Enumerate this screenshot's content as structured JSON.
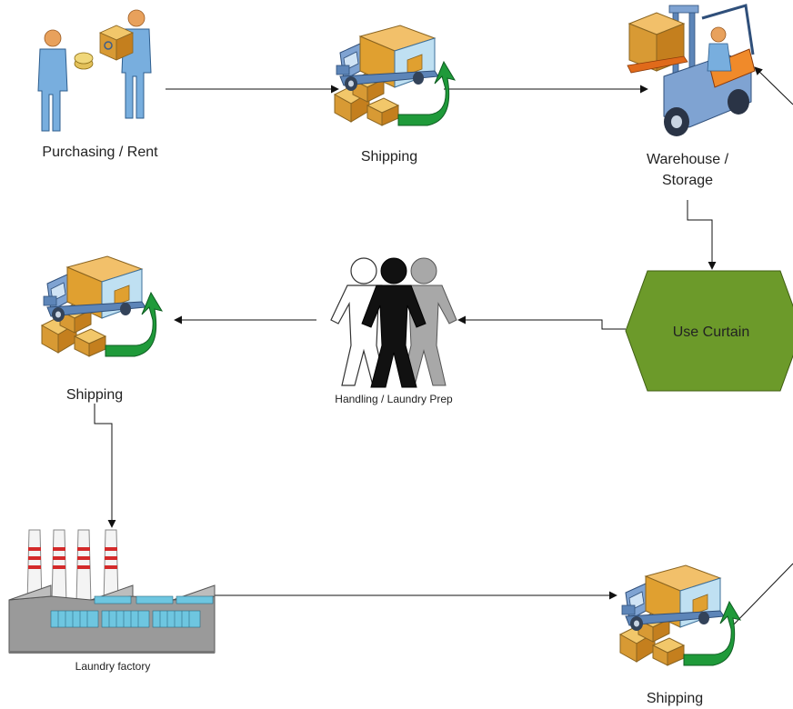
{
  "nodes": {
    "purchasing": {
      "label": "Purchasing / Rent",
      "icon": "business-handshake-icon"
    },
    "shipping_top": {
      "label": "Shipping",
      "icon": "delivery-truck-icon"
    },
    "warehouse": {
      "line1": "Warehouse /",
      "line2": "Storage",
      "icon": "forklift-icon"
    },
    "use_curtain": {
      "label": "Use Curtain",
      "shape": "hexagon"
    },
    "handling": {
      "label": "Handling / Laundry Prep",
      "icon": "people-group-icon"
    },
    "shipping_left": {
      "label": "Shipping",
      "icon": "delivery-truck-icon"
    },
    "laundry": {
      "label": "Laundry factory",
      "icon": "factory-icon"
    },
    "shipping_bottom": {
      "label": "Shipping",
      "icon": "delivery-truck-icon"
    }
  },
  "colors": {
    "hexagon_fill": "#6c9a2a",
    "hexagon_stroke": "#3f5e12",
    "connector": "#111111",
    "truck_box": "#e0a030",
    "truck_cab": "#5d85b8",
    "return_arrow": "#1f9a3a"
  }
}
